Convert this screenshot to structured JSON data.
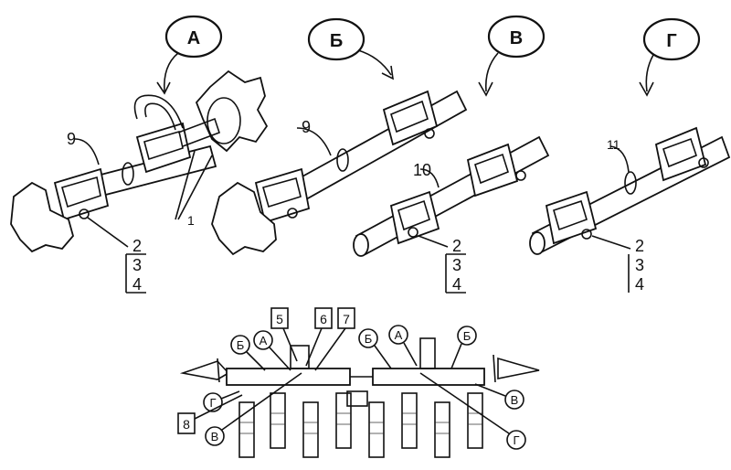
{
  "callouts": {
    "a": "А",
    "b": "Б",
    "v": "В",
    "g": "Г"
  },
  "part_numbers": {
    "n1": "1",
    "n9a": "9",
    "n9b": "9",
    "n10": "10",
    "n11": "11",
    "stackA": [
      "2",
      "3",
      "4"
    ],
    "stackB": [
      "2",
      "3",
      "4"
    ],
    "stackG": [
      "2",
      "3",
      "4"
    ]
  },
  "overview": {
    "boxed": [
      "5",
      "6",
      "7",
      "8"
    ],
    "circled": {
      "b1": "Б",
      "a1": "А",
      "b2": "Б",
      "a2": "А",
      "b3": "Б",
      "g1": "Г",
      "v1": "В",
      "v2": "В",
      "g2": "Г"
    }
  }
}
